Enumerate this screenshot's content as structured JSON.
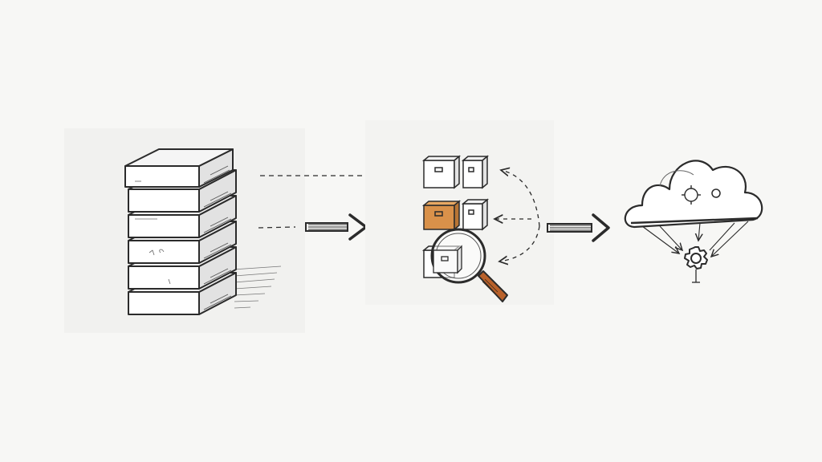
{
  "diagram": {
    "style": "hand-drawn pencil sketch",
    "stages": [
      {
        "name": "server-stack",
        "icon": "server-stack-icon"
      },
      {
        "name": "file-boxes-inspection",
        "icon": "magnifier-icon"
      },
      {
        "name": "cloud-processing",
        "icon": "cloud-gear-icon"
      }
    ],
    "colors": {
      "background": "#f7f7f5",
      "ink": "#2b2b2b",
      "shade": "#7a7a7a",
      "highlight_box": "#d9914a",
      "magnifier_handle": "#b9612a"
    }
  }
}
